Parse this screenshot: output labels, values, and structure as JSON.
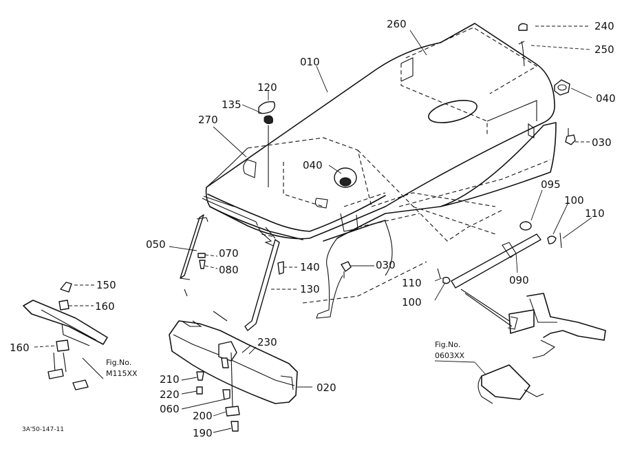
{
  "callouts": {
    "c010": "010",
    "c020": "020",
    "c030a": "030",
    "c030b": "030",
    "c040a": "040",
    "c040b": "040",
    "c050": "050",
    "c060": "060",
    "c070": "070",
    "c080": "080",
    "c090": "090",
    "c095": "095",
    "c100a": "100",
    "c100b": "100",
    "c110a": "110",
    "c110b": "110",
    "c120": "120",
    "c130": "130",
    "c135": "135",
    "c140": "140",
    "c150": "150",
    "c160a": "160",
    "c160b": "160",
    "c190": "190",
    "c200": "200",
    "c210": "210",
    "c220": "220",
    "c230": "230",
    "c240": "240",
    "c250": "250",
    "c260": "260",
    "c270": "270"
  },
  "references": {
    "fig1_label": "Fig.No.",
    "fig1_code": "M115XX",
    "fig2_label": "Fig.No.",
    "fig2_code": "0603XX"
  },
  "drawing_code": "3A'50-147-11"
}
